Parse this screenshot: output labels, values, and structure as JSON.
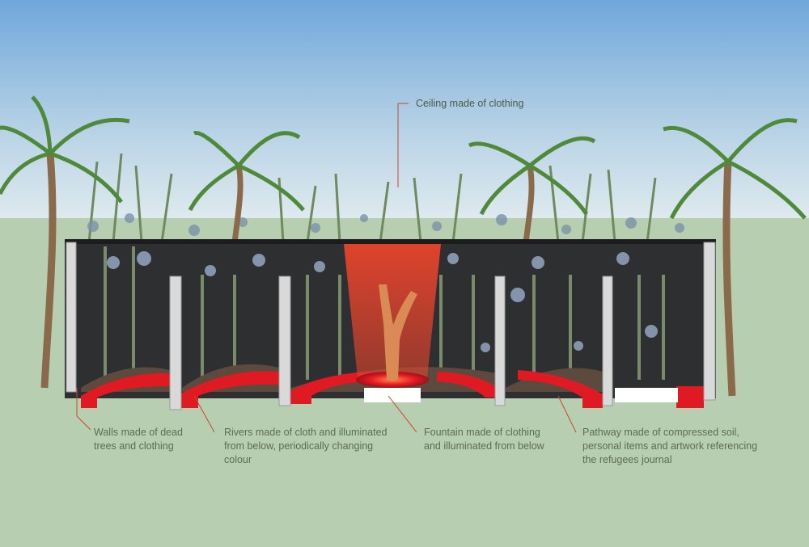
{
  "annotations": {
    "ceiling": "Ceiling made of clothing",
    "walls": "Walls made of dead\ntrees and clothing",
    "rivers": "Rivers made of cloth and illuminated\nfrom below, periodically changing\ncolour",
    "fountain": "Fountain made of clothing\nand illuminated from below",
    "pathway": "Pathway made of compressed soil,\npersonal items and artwork referencing\nthe refugees journal"
  },
  "colors": {
    "sky_top": "#7fb1dd",
    "sky_bottom": "#e4eef1",
    "ground": "#b7cfb0",
    "wall_dark": "#2e2f31",
    "river_red": "#e01a22",
    "fountain_glow": "#e8442c",
    "floor_soil": "#5c4a3e",
    "label_text": "#5d6b55",
    "leader_line": "#c44a2a"
  },
  "icons": [
    "palm-tree-icon",
    "bamboo-stalk-icon"
  ]
}
